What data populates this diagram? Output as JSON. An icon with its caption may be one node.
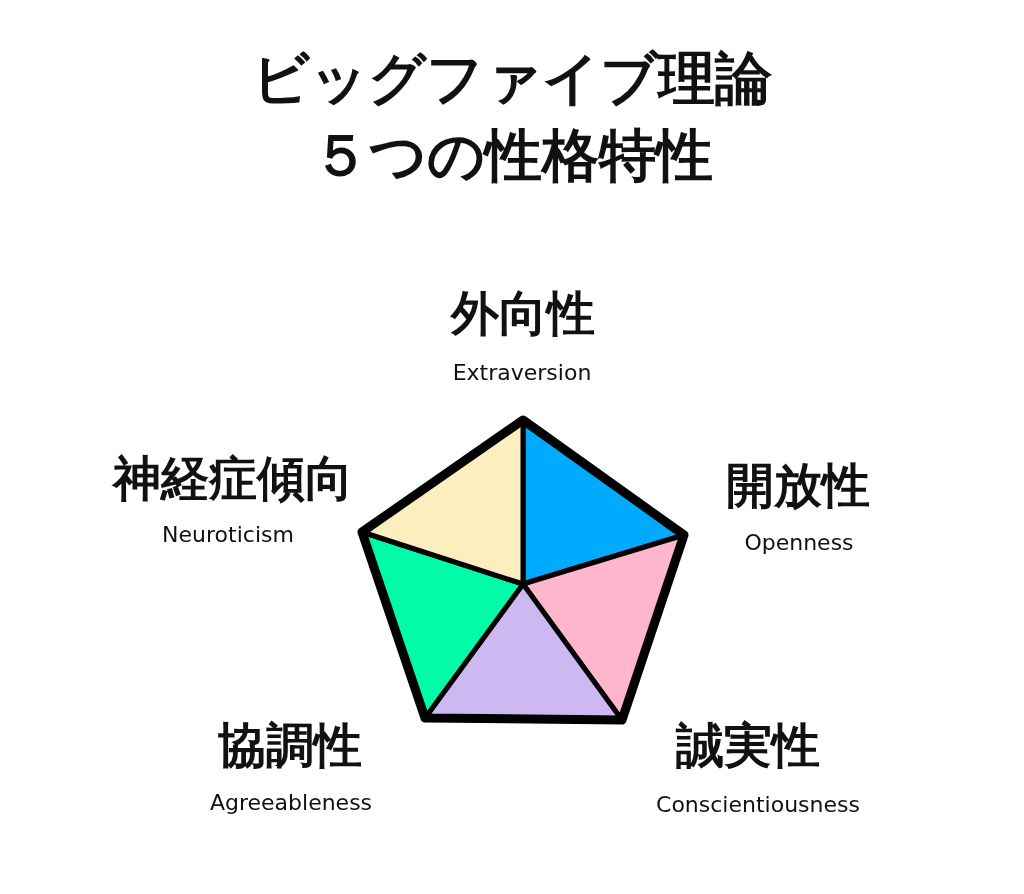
{
  "diagram": {
    "title": "ビッグファイブ理論５つの性格特性",
    "labels": [
      "外向性",
      "Extraversion",
      "神経症傾向",
      "Neuroticism",
      "開放性",
      "Openness",
      "協調性",
      "Agreeableness",
      "誠実性",
      "Conscientiousness"
    ]
  }
}
